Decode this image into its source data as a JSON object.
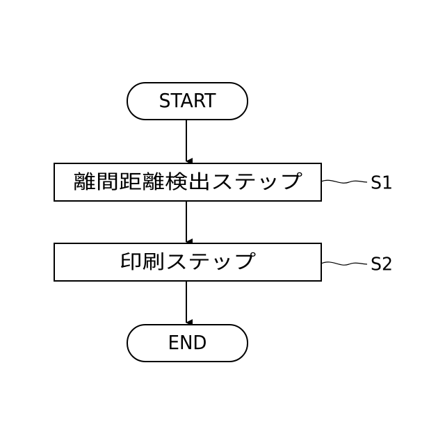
{
  "flowchart": {
    "start": {
      "label": "START"
    },
    "steps": [
      {
        "label": "離間距離検出ステップ",
        "tag": "S1"
      },
      {
        "label": "印刷ステップ",
        "tag": "S2"
      }
    ],
    "end": {
      "label": "END"
    }
  }
}
